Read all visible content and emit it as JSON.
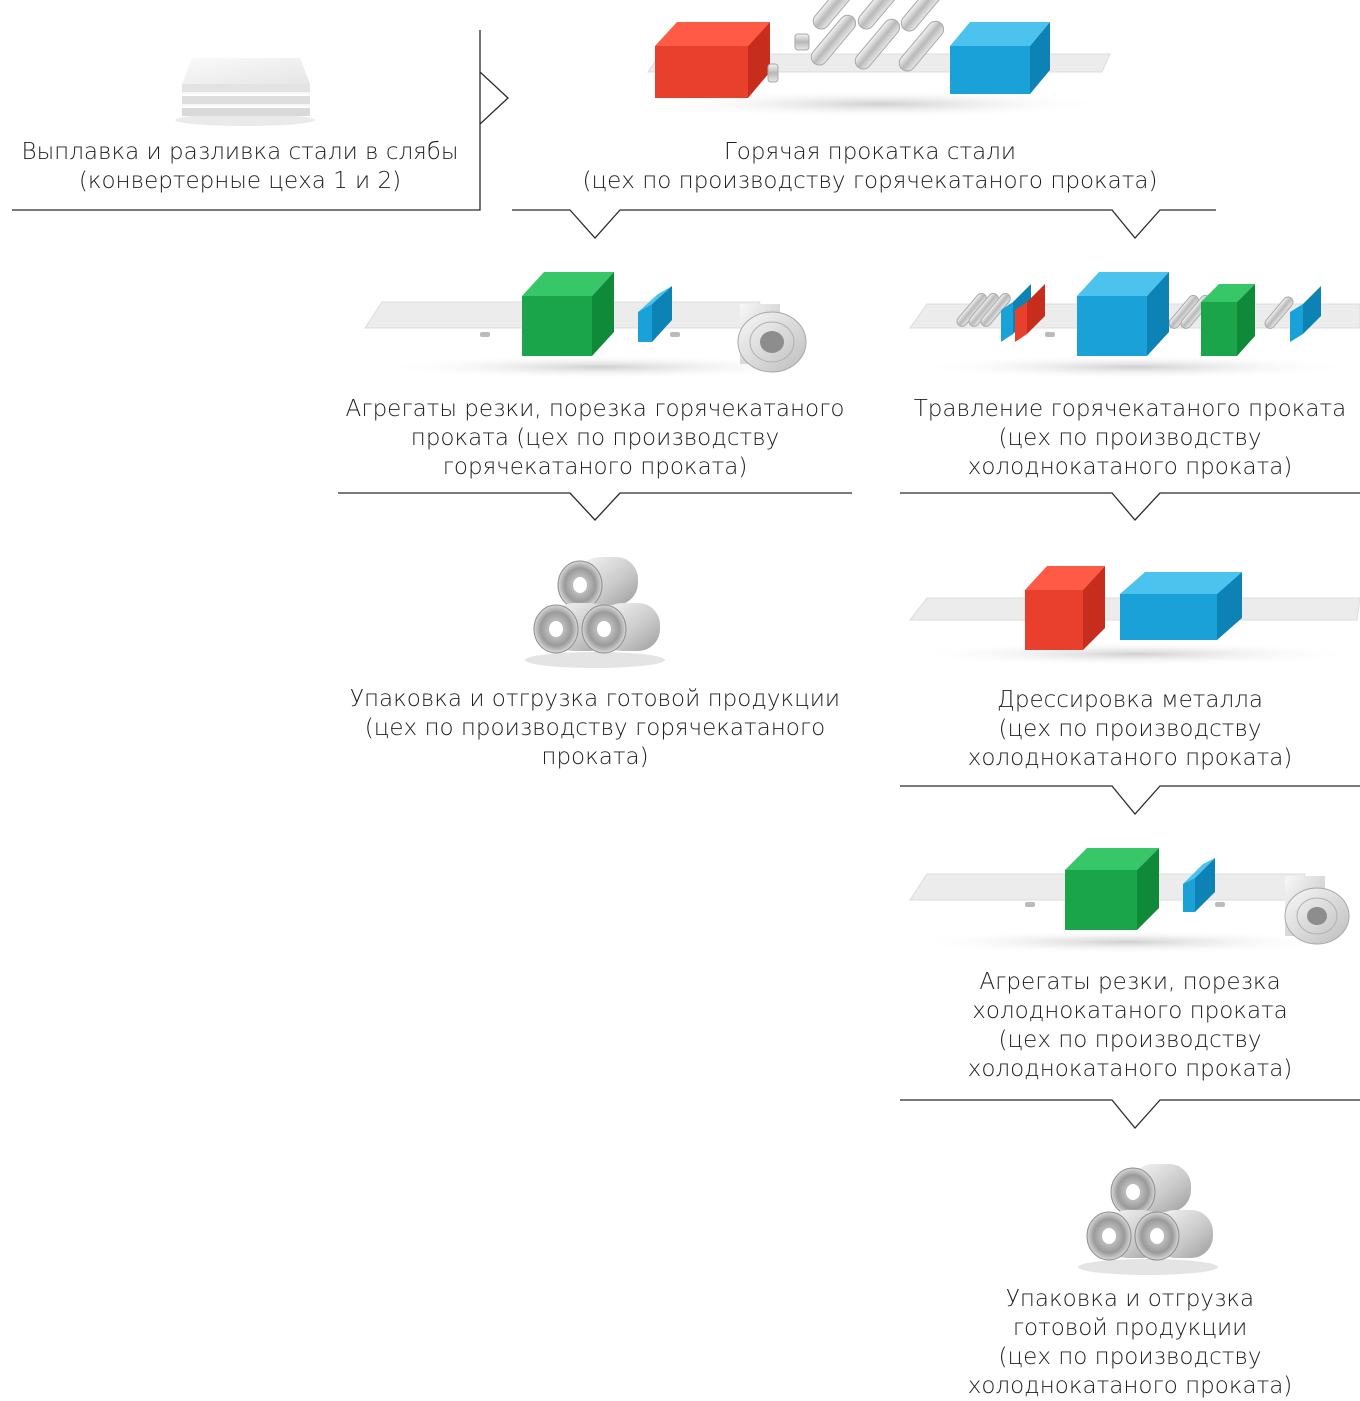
{
  "steps": {
    "melting": {
      "lines": [
        "Выплавка и разливка стали в слябы",
        "(конвертерные цеха 1 и 2)"
      ]
    },
    "hot_rolling": {
      "lines": [
        "Горячая прокатка стали",
        "(цех по производству горячекатаного проката)"
      ]
    },
    "hot_cutting": {
      "lines": [
        "Агрегаты резки, порезка горячекатаного",
        "проката (цех по производству",
        "горячекатаного проката)"
      ]
    },
    "pickling": {
      "lines": [
        "Травление горячекатаного проката",
        "(цех по производству",
        "холоднокатаного проката)"
      ]
    },
    "hot_packing": {
      "lines": [
        "Упаковка и отгрузка готовой продукции",
        "(цех по производству горячекатаного",
        "проката)"
      ]
    },
    "temper": {
      "lines": [
        "Дрессировка металла",
        "(цех по производству",
        "холоднокатаного проката)"
      ]
    },
    "cold_cutting": {
      "lines": [
        "Агрегаты резки, порезка",
        "холоднокатаного проката",
        "(цех по производству",
        "холоднокатаного проката)"
      ]
    },
    "cold_packing": {
      "lines": [
        "Упаковка и отгрузка",
        "готовой продукции",
        "(цех по производству",
        "холоднокатаного проката)"
      ]
    }
  },
  "colors": {
    "red": "#e8402c",
    "blue": "#1aa2d8",
    "green": "#1aa54a",
    "strip": "#ececec",
    "line": "#2a2a2a"
  }
}
